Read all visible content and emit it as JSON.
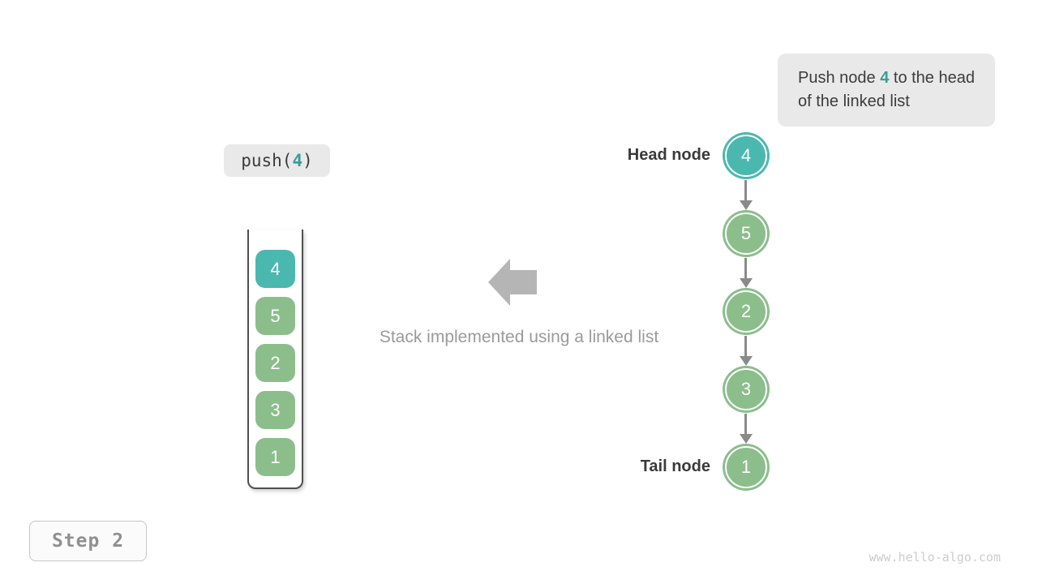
{
  "colors": {
    "teal": "#4bb8b0",
    "green": "#8cbe8c",
    "arrow_gray": "#8a8a8a",
    "block_arrow_gray": "#b5b5b5",
    "highlight_text_teal": "#3a9e96"
  },
  "callout": {
    "text_before": "Push node ",
    "highlight": "4",
    "text_after": " to the head of the linked list"
  },
  "code_badge": {
    "before": "push(",
    "value": "4",
    "after": ")"
  },
  "stack": {
    "items": [
      {
        "value": "4",
        "color": "teal"
      },
      {
        "value": "5",
        "color": "green"
      },
      {
        "value": "2",
        "color": "green"
      },
      {
        "value": "3",
        "color": "green"
      },
      {
        "value": "1",
        "color": "green"
      }
    ]
  },
  "caption": "Stack implemented using a linked list",
  "linked_list": {
    "head_label": "Head node",
    "tail_label": "Tail node",
    "nodes": [
      {
        "value": "4",
        "color": "teal"
      },
      {
        "value": "5",
        "color": "green"
      },
      {
        "value": "2",
        "color": "green"
      },
      {
        "value": "3",
        "color": "green"
      },
      {
        "value": "1",
        "color": "green"
      }
    ]
  },
  "step_badge": "Step 2",
  "watermark": "www.hello-algo.com"
}
